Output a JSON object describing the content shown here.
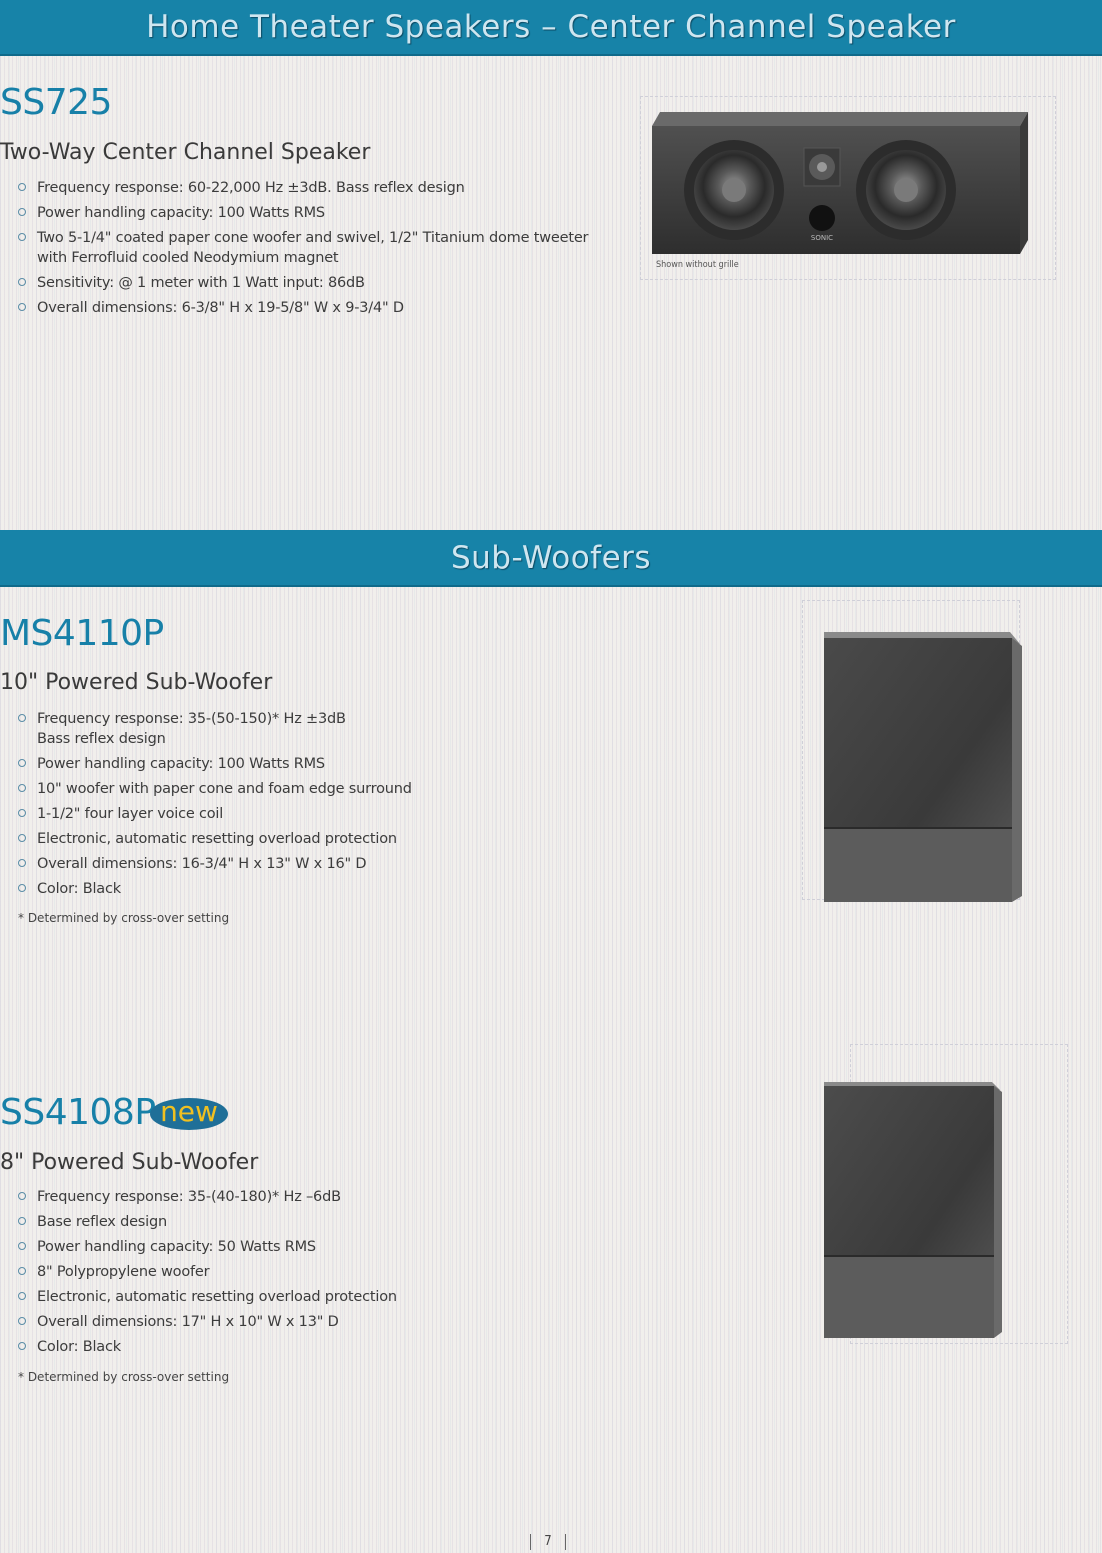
{
  "header": {
    "title": "Home Theater Speakers – Center Channel Speaker"
  },
  "section2": {
    "title": "Sub-Woofers"
  },
  "ss725": {
    "model": "SS725",
    "subtitle": "Two-Way Center Channel Speaker",
    "specs": [
      "Frequency response: 60-22,000 Hz ±3dB. Bass reflex design",
      "Power handling capacity: 100 Watts RMS",
      "Two 5-1/4\" coated paper cone woofer and swivel, 1/2\" Titanium dome tweeter",
      "with Ferrofluid cooled Neodymium magnet",
      "Sensitivity: @ 1 meter with 1 Watt input: 86dB",
      "Overall dimensions: 6-3/8\" H x 19-5/8\" W x 9-3/4\" D"
    ],
    "caption": "Shown without grille",
    "logo": "SONIC"
  },
  "ms4110p": {
    "model": "MS4110P",
    "subtitle": "10\" Powered Sub-Woofer",
    "specs": [
      "Frequency response: 35-(50-150)* Hz ±3dB",
      "Bass reflex design",
      "Power handling capacity: 100 Watts RMS",
      "10\" woofer with paper cone and foam edge surround",
      "1-1/2\" four layer voice coil",
      "Electronic, automatic resetting overload protection",
      "Overall dimensions: 16-3/4\" H x 13\" W x 16\" D",
      "Color: Black"
    ],
    "footnote": "* Determined by cross-over setting"
  },
  "ss4108p": {
    "model": "SS4108P",
    "badge": "new",
    "subtitle": "8\" Powered Sub-Woofer",
    "specs": [
      "Frequency response: 35-(40-180)* Hz –6dB",
      "Base reflex design",
      "Power handling capacity: 50 Watts RMS",
      "8\" Polypropylene woofer",
      "Electronic, automatic resetting overload protection",
      "Overall dimensions: 17\" H x 10\" W x 13\" D",
      "Color: Black"
    ],
    "footnote": "* Determined by cross-over setting"
  },
  "page": {
    "number": "7"
  },
  "colors": {
    "banner": "#1783a8",
    "model": "#1780a8",
    "badge_bg": "#1f6f98",
    "badge_text": "#f0c020"
  }
}
